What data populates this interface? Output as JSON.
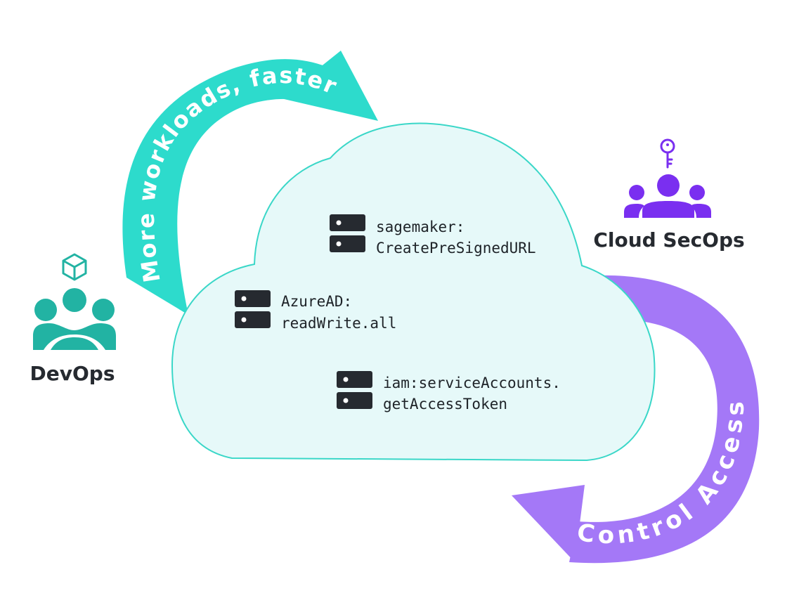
{
  "colors": {
    "teal": "#2ddbcc",
    "purple": "#a478f7",
    "cloud_fill": "#e6f9f9",
    "cloud_stroke": "#3ad7c8",
    "devops": "#22b3a3",
    "secops": "#7a2ff0",
    "server": "#262a30",
    "text": "#262a30"
  },
  "arrows": {
    "top_label": "More workloads, faster",
    "bottom_label": "Control Access"
  },
  "servers": [
    {
      "line1": "sagemaker:",
      "line2": "CreatePreSignedURL"
    },
    {
      "line1": "AzureAD:",
      "line2": "readWrite.all"
    },
    {
      "line1": "iam:serviceAccounts.",
      "line2": "getAccessToken"
    }
  ],
  "actors": {
    "devops": {
      "label": "DevOps",
      "badge_icon": "cube-icon",
      "icon": "team-icon"
    },
    "secops": {
      "label": "Cloud SecOps",
      "badge_icon": "key-icon",
      "icon": "team-icon"
    }
  }
}
